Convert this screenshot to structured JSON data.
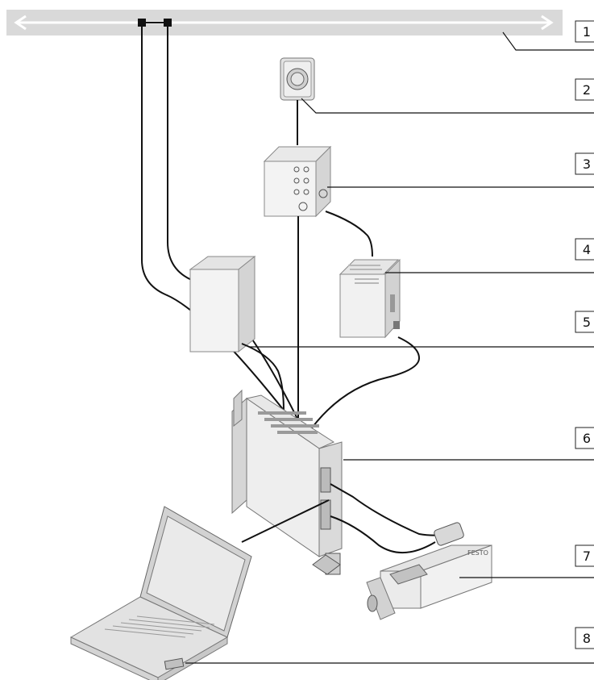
{
  "callouts": [
    {
      "number": "1",
      "component": "fieldbus-line"
    },
    {
      "number": "2",
      "component": "emergency-stop-switch"
    },
    {
      "number": "3",
      "component": "safety-control-unit"
    },
    {
      "number": "4",
      "component": "power-supply-unit"
    },
    {
      "number": "5",
      "component": "line-filter-cabinet"
    },
    {
      "number": "6",
      "component": "servo-drive-controller"
    },
    {
      "number": "7",
      "component": "servo-motor"
    },
    {
      "number": "8",
      "component": "laptop-pc"
    }
  ],
  "motor": {
    "brand_text": "FESTO"
  },
  "colors": {
    "bus_bar": "#d9d9d9",
    "device_light": "#f2f2f2",
    "device_mid": "#dcdcdc",
    "device_dark": "#bfbfbf",
    "lines": "#111111"
  }
}
